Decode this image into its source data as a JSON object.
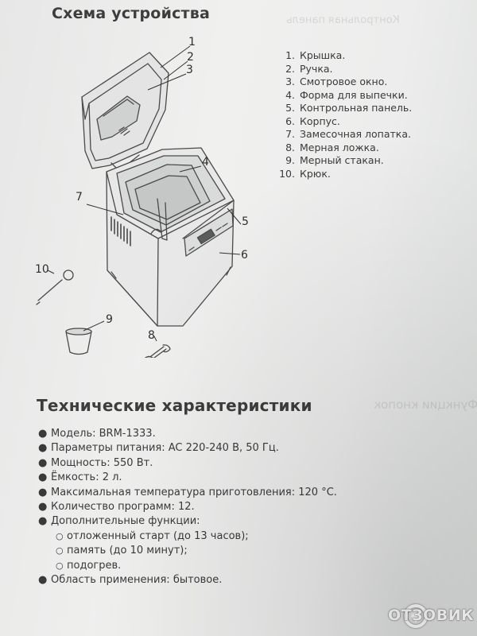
{
  "sections": {
    "diagram_title": "Схема устройства",
    "specs_title": "Технические характеристики"
  },
  "parts": [
    {
      "num": "1.",
      "label": "Крышка."
    },
    {
      "num": "2.",
      "label": "Ручка."
    },
    {
      "num": "3.",
      "label": "Смотровое окно."
    },
    {
      "num": "4.",
      "label": "Форма для выпечки."
    },
    {
      "num": "5.",
      "label": "Контрольная панель."
    },
    {
      "num": "6.",
      "label": "Корпус."
    },
    {
      "num": "7.",
      "label": "Замесочная лопатка."
    },
    {
      "num": "8.",
      "label": "Мерная ложка."
    },
    {
      "num": "9.",
      "label": "Мерный стакан."
    },
    {
      "num": "10.",
      "label": "Крюк."
    }
  ],
  "callouts": [
    "1",
    "2",
    "3",
    "4",
    "5",
    "6",
    "7",
    "8",
    "9",
    "10"
  ],
  "specs": [
    "Модель: BRM-1333.",
    "Параметры питания: AC 220-240 В, 50 Гц.",
    "Мощность: 550 Вт.",
    "Ёмкость: 2 л.",
    "Максимальная температура приготовления: 120 °С.",
    "Количество программ: 12.",
    "Дополнительные функции:"
  ],
  "extra_functions": [
    "отложенный старт (до 13 часов);",
    "память (до 10 минут);",
    "подогрев."
  ],
  "specs_last": "Область применения: бытовое.",
  "watermark": {
    "text": "ОТЗОВИК",
    "icon": "otzovik-logo-icon"
  },
  "colors": {
    "text": "#3a3a3a",
    "paper": "#ececeb",
    "line": "#4a4a4a"
  }
}
